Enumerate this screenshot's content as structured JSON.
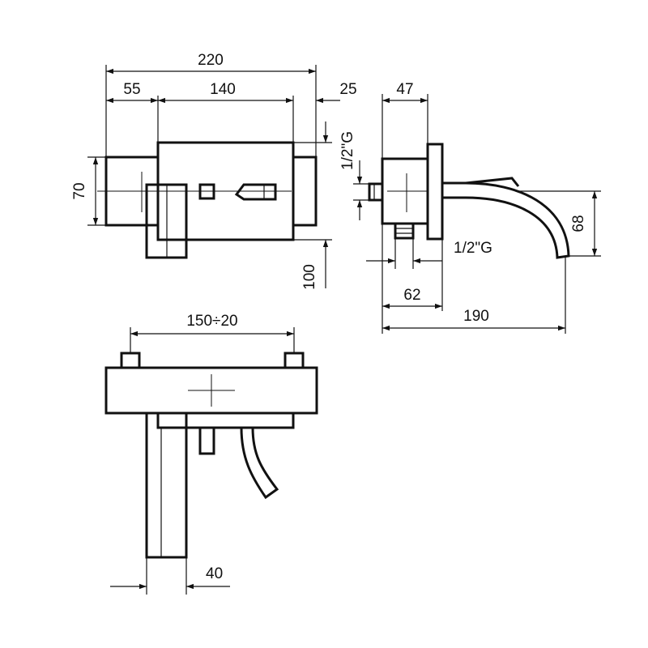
{
  "drawing": {
    "line_color": "#111111",
    "background": "#ffffff",
    "front_view": {
      "overall_width": "220",
      "left_body": "55",
      "main_body": "140",
      "right_cap": "25",
      "height": "70",
      "handle_drop": "100"
    },
    "side_view": {
      "flange_depth": "47",
      "inlet_thread": "1/2\"G",
      "outlet_thread": "1/2\"G",
      "spout_drop": "68",
      "wall_offset": "62",
      "spout_reach": "190"
    },
    "top_view": {
      "inlet_spacing": "150÷20",
      "handle_width": "40"
    }
  }
}
